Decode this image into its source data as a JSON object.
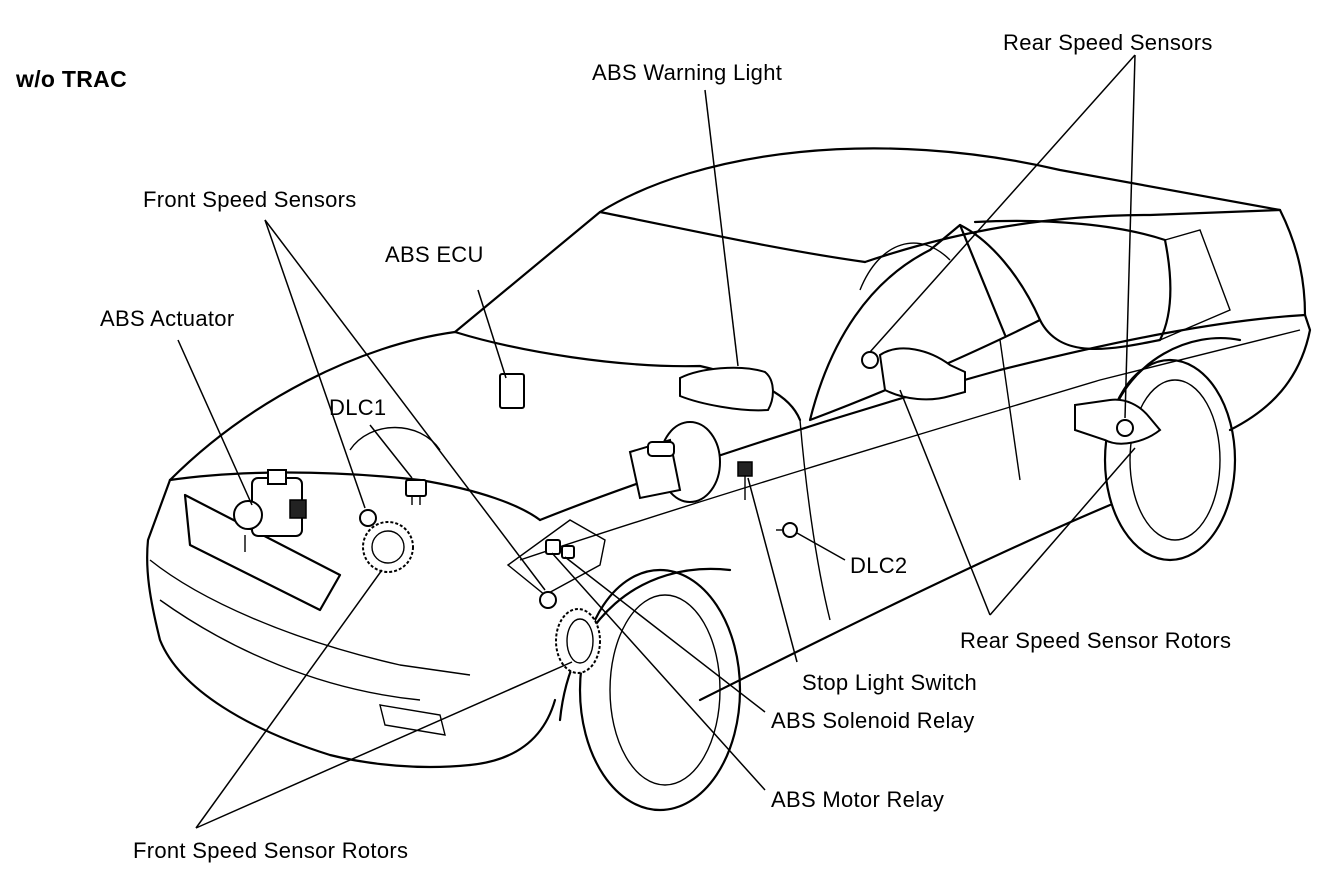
{
  "diagram": {
    "heading": "w/o TRAC",
    "labels": {
      "rear_speed_sensors": "Rear Speed Sensors",
      "abs_warning_light": "ABS Warning Light",
      "front_speed_sensors": "Front Speed Sensors",
      "abs_ecu": "ABS ECU",
      "abs_actuator": "ABS Actuator",
      "dlc1": "DLC1",
      "dlc2": "DLC2",
      "rear_speed_sensor_rotors": "Rear Speed Sensor Rotors",
      "stop_light_switch": "Stop Light Switch",
      "abs_solenoid_relay": "ABS Solenoid Relay",
      "abs_motor_relay": "ABS Motor Relay",
      "front_speed_sensor_rotors": "Front Speed Sensor Rotors"
    }
  }
}
